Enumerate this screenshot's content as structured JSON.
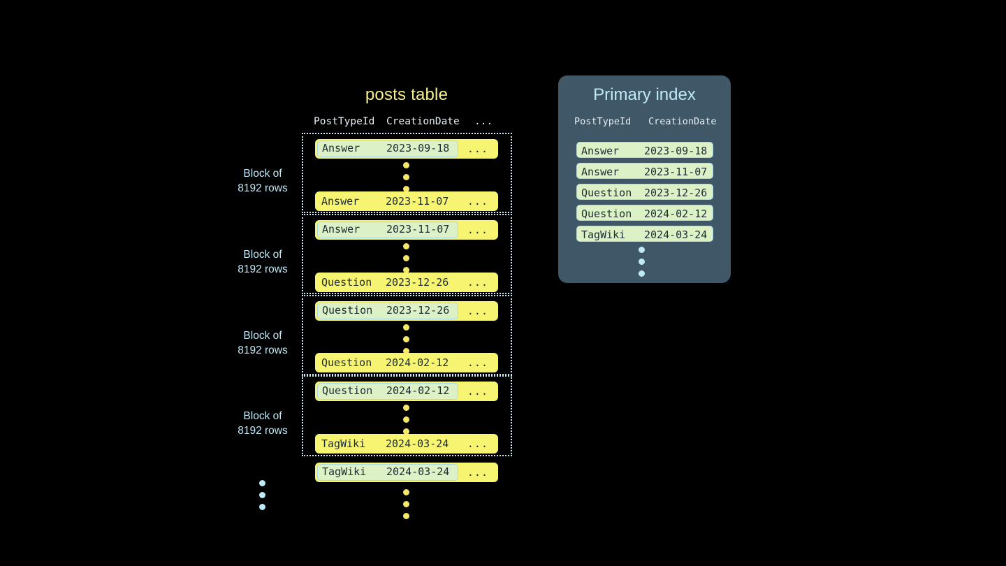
{
  "posts_table": {
    "title": "posts table",
    "columns": [
      "PostTypeId",
      "CreationDate",
      "..."
    ],
    "blocks": [
      {
        "label_line1": "Block of",
        "label_line2": "8192 rows",
        "first_row": {
          "type": "Answer",
          "date": "2023-09-18",
          "more": "...",
          "highlighted": true
        },
        "last_row": {
          "type": "Answer",
          "date": "2023-11-07",
          "more": "...",
          "highlighted": false
        }
      },
      {
        "label_line1": "Block of",
        "label_line2": "8192 rows",
        "first_row": {
          "type": "Answer",
          "date": "2023-11-07",
          "more": "...",
          "highlighted": true
        },
        "last_row": {
          "type": "Question",
          "date": "2023-12-26",
          "more": "...",
          "highlighted": false
        }
      },
      {
        "label_line1": "Block of",
        "label_line2": "8192 rows",
        "first_row": {
          "type": "Question",
          "date": "2023-12-26",
          "more": "...",
          "highlighted": true
        },
        "last_row": {
          "type": "Question",
          "date": "2024-02-12",
          "more": "...",
          "highlighted": false
        }
      },
      {
        "label_line1": "Block of",
        "label_line2": "8192 rows",
        "first_row": {
          "type": "Question",
          "date": "2024-02-12",
          "more": "...",
          "highlighted": true
        },
        "last_row": {
          "type": "TagWiki",
          "date": "2024-03-24",
          "more": "...",
          "highlighted": false
        }
      }
    ],
    "trailing_row": {
      "type": "TagWiki",
      "date": "2024-03-24",
      "more": "...",
      "highlighted": true
    }
  },
  "primary_index": {
    "title": "Primary index",
    "columns": [
      "PostTypeId",
      "CreationDate"
    ],
    "rows": [
      {
        "type": "Answer",
        "date": "2023-09-18"
      },
      {
        "type": "Answer",
        "date": "2023-11-07"
      },
      {
        "type": "Question",
        "date": "2023-12-26"
      },
      {
        "type": "Question",
        "date": "2024-02-12"
      },
      {
        "type": "TagWiki",
        "date": "2024-03-24"
      }
    ]
  },
  "colors": {
    "background": "#000000",
    "row_yellow": "#f7f471",
    "highlight_mint": "#dcf2c6",
    "highlight_border": "#a8d8e8",
    "panel_slate": "#3f5766",
    "accent_blue": "#bfe9f7",
    "title_yellow": "#f4f08a",
    "dot_yellow": "#f2e96a"
  }
}
